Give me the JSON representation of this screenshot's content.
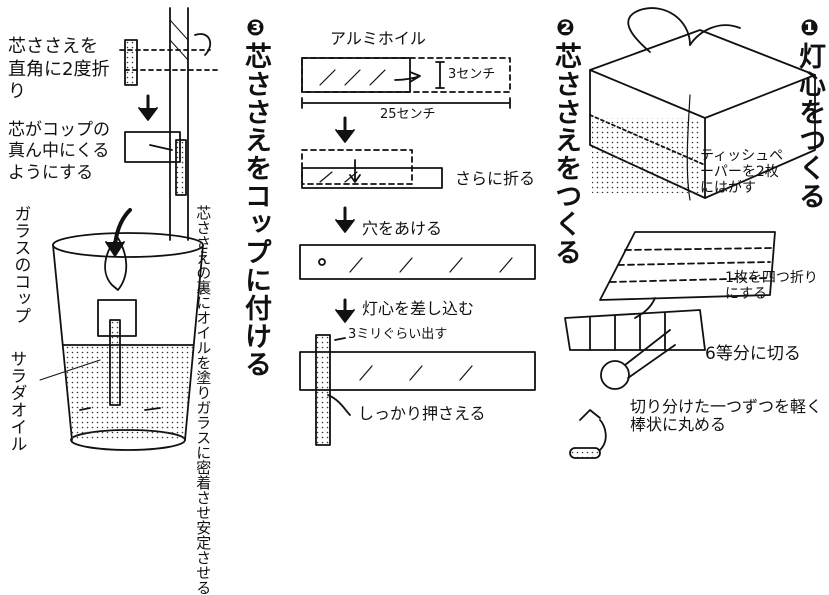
{
  "step1": {
    "badge": "❶",
    "title": "灯心をつくる",
    "tissue_label": "ティッシュペーパーを2枚にはがす",
    "fold_label": "1枚を四つ折りにする",
    "cut_label": "6等分に切る",
    "roll_label": "切り分けた一つずつを軽く棒状に丸める"
  },
  "step2": {
    "badge": "❷",
    "title": "芯ささえをつくる",
    "foil_label": "アルミホイル",
    "height_label": "3センチ",
    "width_label": "25センチ",
    "fold_label": "さらに折る",
    "hole_label": "穴をあける",
    "insert_label": "灯心を差し込む",
    "protrude_label": "3ミリぐらい出す",
    "press_label": "しっかり押さえる"
  },
  "step3": {
    "badge": "❸",
    "title": "芯ささえをコップに付ける",
    "bend_label": "芯ささえを直角に2度折り",
    "center_label": "芯がコップの真ん中にくるようにする",
    "glass_label": "ガラスのコップ",
    "oil_label": "サラダオイル",
    "back_label": "芯ささえの裏にオイルを塗りガラスに密着させ安定させる"
  }
}
